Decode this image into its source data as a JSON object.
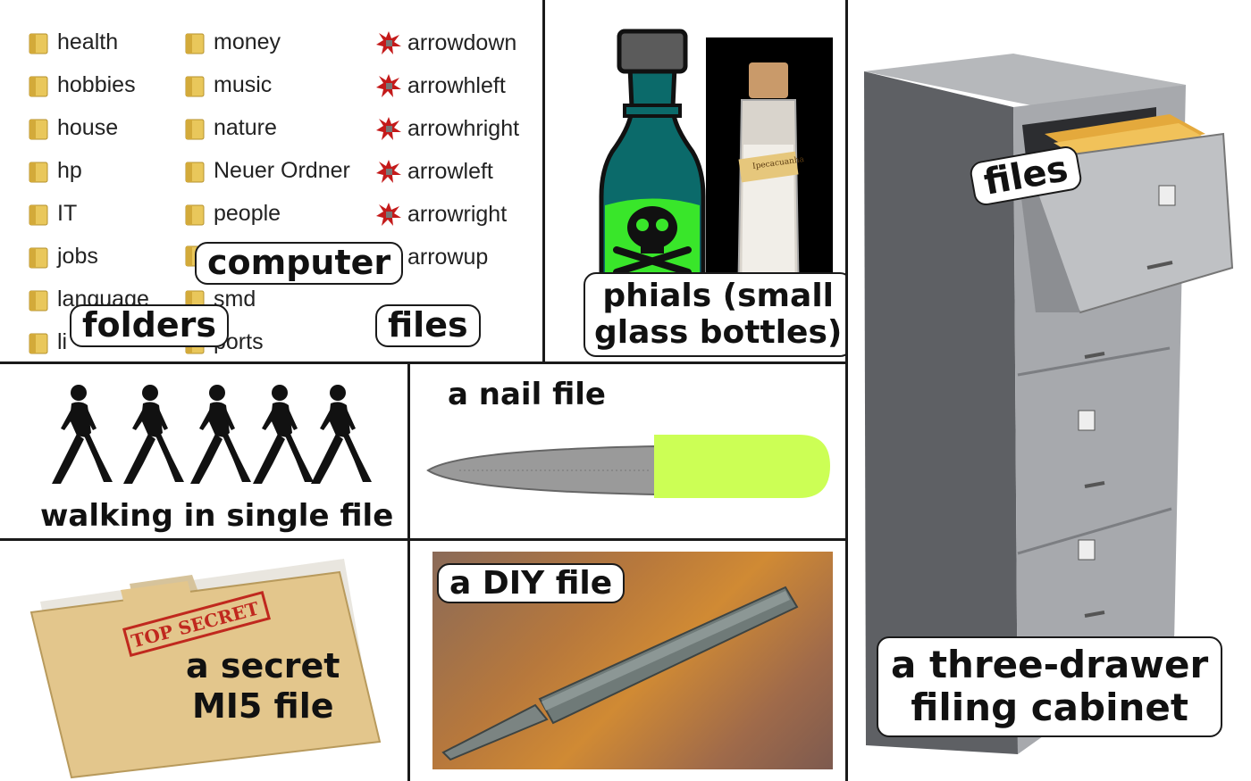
{
  "explorer": {
    "col1": [
      "health",
      "hobbies",
      "house",
      "hp",
      "IT",
      "jobs",
      "language",
      "li"
    ],
    "col2": [
      "money",
      "music",
      "nature",
      "Neuer Ordner",
      "people",
      "",
      "smd",
      "ports"
    ],
    "col3": [
      "arrowdown",
      "arrowhleft",
      "arrowhright",
      "arrowleft",
      "arrowright",
      "arrowup"
    ]
  },
  "labels": {
    "computer": "computer",
    "folders": "folders",
    "files_explorer": "files",
    "phials": [
      "phials (small",
      "glass bottles)"
    ],
    "bottle_tag": "Ipecacuanha",
    "files_cabinet": "files",
    "cabinet": [
      "a three-drawer",
      "filing cabinet"
    ],
    "walking": "walking in single file",
    "nail_file": "a nail file",
    "secret": [
      "a secret",
      "MI5 file"
    ],
    "stamp": "TOP SECRET",
    "diy": "a DIY file"
  },
  "colors": {
    "folder_yellow": "#e9c75b",
    "poison_green": "#3dff2a",
    "nail_green": "#ccff55",
    "cabinet_grey": "#9a9ca0",
    "stamp_red": "#c0281e",
    "manila": "#e3c68c"
  }
}
